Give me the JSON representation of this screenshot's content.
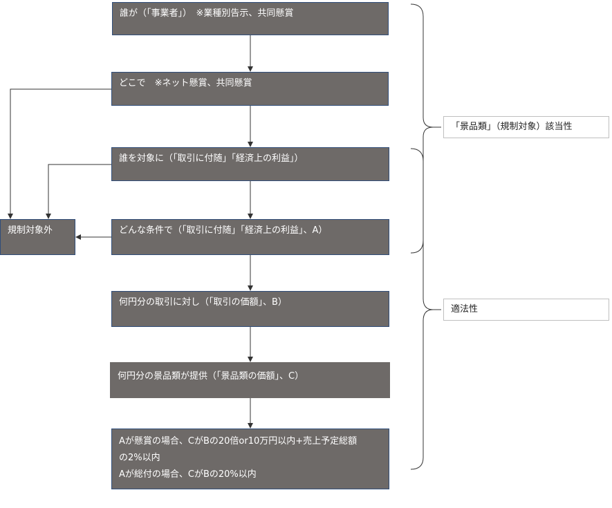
{
  "flow": {
    "step1": "誰が（「事業者」）　※業種別告示、共同懸賞",
    "step2": "どこで　※ネット懸賞、共同懸賞",
    "step3": "誰を対象に（「取引に付随」「経済上の利益」）",
    "step4": "どんな条件で（「取引に付随」「経済上の利益」、A）",
    "step5": "何円分の取引に対し（「取引の価額」、B）",
    "step6": "何円分の景品類が提供（「景品類の価額」、C）",
    "step7": {
      "line1": "Aが懸賞の場合、CがBの20倍or10万円以内+売上予定総額",
      "line2": "の2%以内",
      "line3": "Aが総付の場合、CがBの20%以内"
    },
    "excluded": "規制対象外"
  },
  "brackets": {
    "top_label": "「景品類」（規制対象）該当性",
    "bottom_label": "適法性"
  },
  "colors": {
    "box_fill": "#6e6a68",
    "box_border": "#2f4d7a",
    "connector": "#333333"
  }
}
